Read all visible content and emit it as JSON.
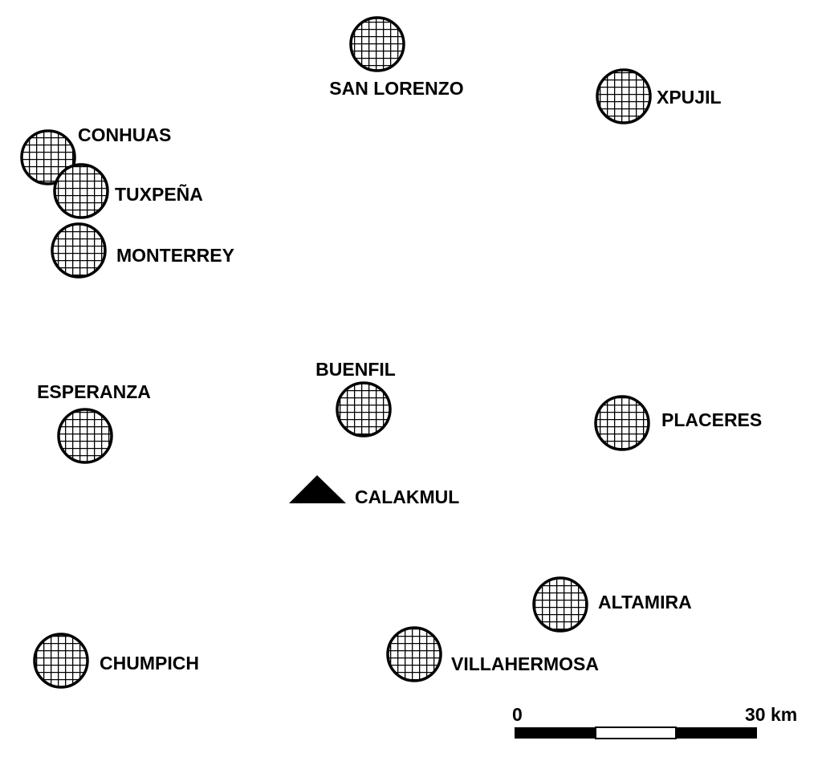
{
  "map": {
    "settlements": [
      {
        "name": "SAN LORENZO"
      },
      {
        "name": "XPUJIL"
      },
      {
        "name": "CONHUAS"
      },
      {
        "name": "TUXPEÑA"
      },
      {
        "name": "MONTERREY"
      },
      {
        "name": "ESPERANZA"
      },
      {
        "name": "BUENFIL"
      },
      {
        "name": "PLACERES"
      },
      {
        "name": "ALTAMIRA"
      },
      {
        "name": "VILLAHERMOSA"
      },
      {
        "name": "CHUMPICH"
      }
    ],
    "archaeological_site": {
      "name": "CALAKMUL",
      "icon": "triangle"
    },
    "scale_bar": {
      "start_label": "0",
      "end_label": "30 km",
      "segments": 3
    },
    "colors": {
      "ink": "#000000",
      "paper": "#ffffff"
    }
  }
}
